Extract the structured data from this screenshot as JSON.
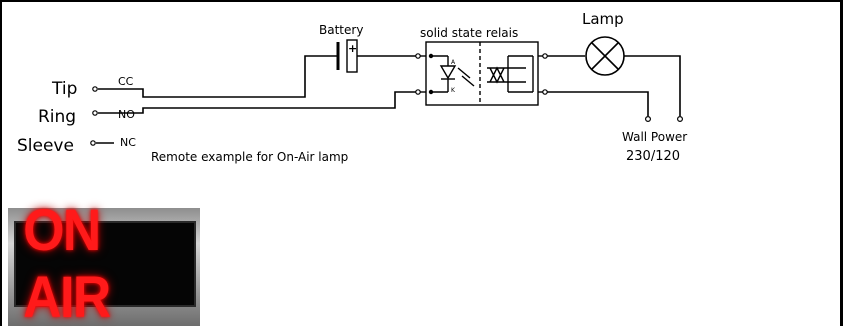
{
  "terminals": {
    "tip": "Tip",
    "ring": "Ring",
    "sleeve": "Sleeve"
  },
  "contacts": {
    "cc": "CC",
    "no": "NO",
    "nc": "NC"
  },
  "components": {
    "battery": "Battery",
    "battery_plus": "+",
    "relay": "solid state relais",
    "relay_pin_a": "A",
    "relay_pin_k": "K",
    "lamp": "Lamp"
  },
  "power": {
    "line1": "Wall Power",
    "line2": "230/120"
  },
  "caption": "Remote example for On-Air lamp",
  "sign": {
    "text": "ON AIR"
  }
}
